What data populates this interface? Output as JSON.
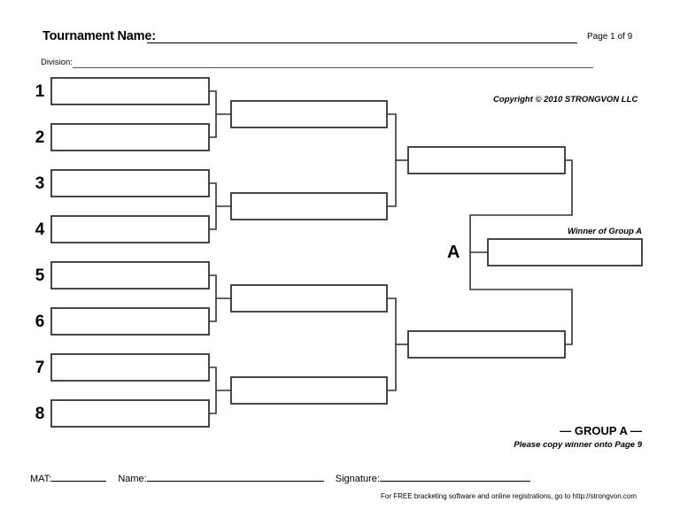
{
  "header": {
    "tournament_name_label": "Tournament Name:",
    "tournament_name_value": "",
    "page_indicator": "Page 1 of 9",
    "division_label": "Division:",
    "division_value": "",
    "copyright": "Copyright © 2010 STRONGVON LLC"
  },
  "bracket": {
    "type": "single-elimination",
    "group_letter": "A",
    "winner_label": "Winner of Group A",
    "seeds": [
      "1",
      "2",
      "3",
      "4",
      "5",
      "6",
      "7",
      "8"
    ],
    "round1_slots": [
      "",
      "",
      "",
      "",
      "",
      "",
      "",
      ""
    ],
    "round2_slots": [
      "",
      "",
      "",
      ""
    ],
    "round3_slots": [
      "",
      ""
    ],
    "final_slot": "",
    "line_color": "#333333"
  },
  "footer": {
    "group_title": "— GROUP A —",
    "group_subtitle": "Please copy winner onto Page 9",
    "mat_label": "MAT:",
    "mat_value": "",
    "name_label": "Name:",
    "name_value": "",
    "signature_label": "Signature:",
    "signature_value": "",
    "note": "For FREE bracketing software and online registrations, go to http://strongvon.com"
  }
}
